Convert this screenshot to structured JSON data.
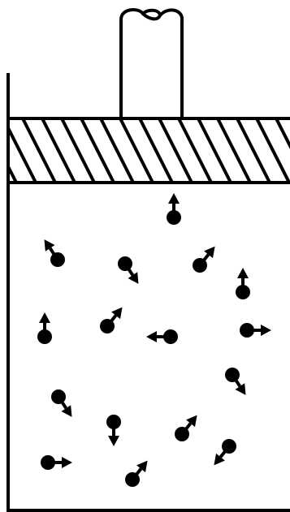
{
  "colors": {
    "ink": "#000000",
    "background": "#ffffff"
  },
  "molecules": [
    {
      "dir": "up"
    },
    {
      "dir": "up-left"
    },
    {
      "dir": "down-right"
    },
    {
      "dir": "up-right"
    },
    {
      "dir": "up"
    },
    {
      "dir": "up"
    },
    {
      "dir": "up-right"
    },
    {
      "dir": "left"
    },
    {
      "dir": "right"
    },
    {
      "dir": "down-right"
    },
    {
      "dir": "down-right"
    },
    {
      "dir": "down"
    },
    {
      "dir": "up-right"
    },
    {
      "dir": "down-left"
    },
    {
      "dir": "right"
    },
    {
      "dir": "up-right"
    }
  ]
}
